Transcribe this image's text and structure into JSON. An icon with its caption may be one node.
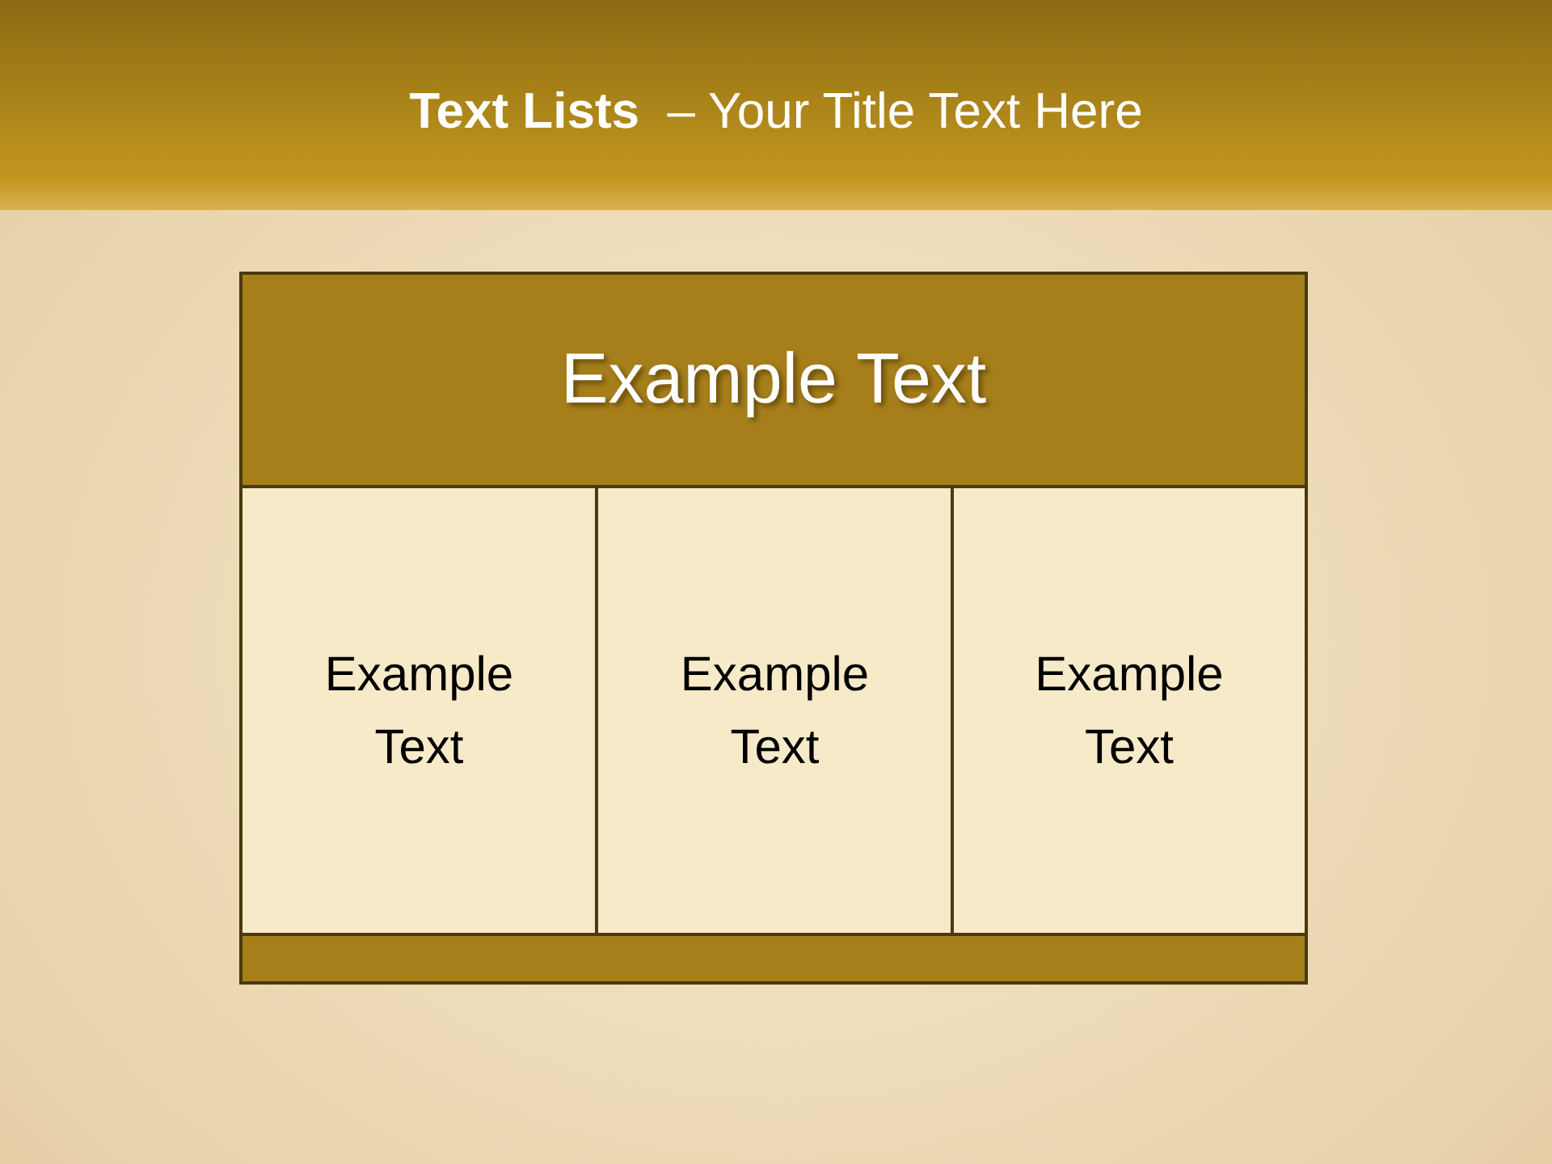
{
  "diagram": {
    "title": "**Text Lists**  – Your Title Text Here",
    "nodes": [
      {
        "text": [
          "Example Text"
        ]
      },
      {
        "text": [
          "Example Text"
        ]
      },
      {
        "text": [
          "Example Text"
        ]
      },
      {
        "text": [
          "Example Text"
        ]
      },
      {
        "text": [],
        "shape": "bar"
      }
    ]
  }
}
